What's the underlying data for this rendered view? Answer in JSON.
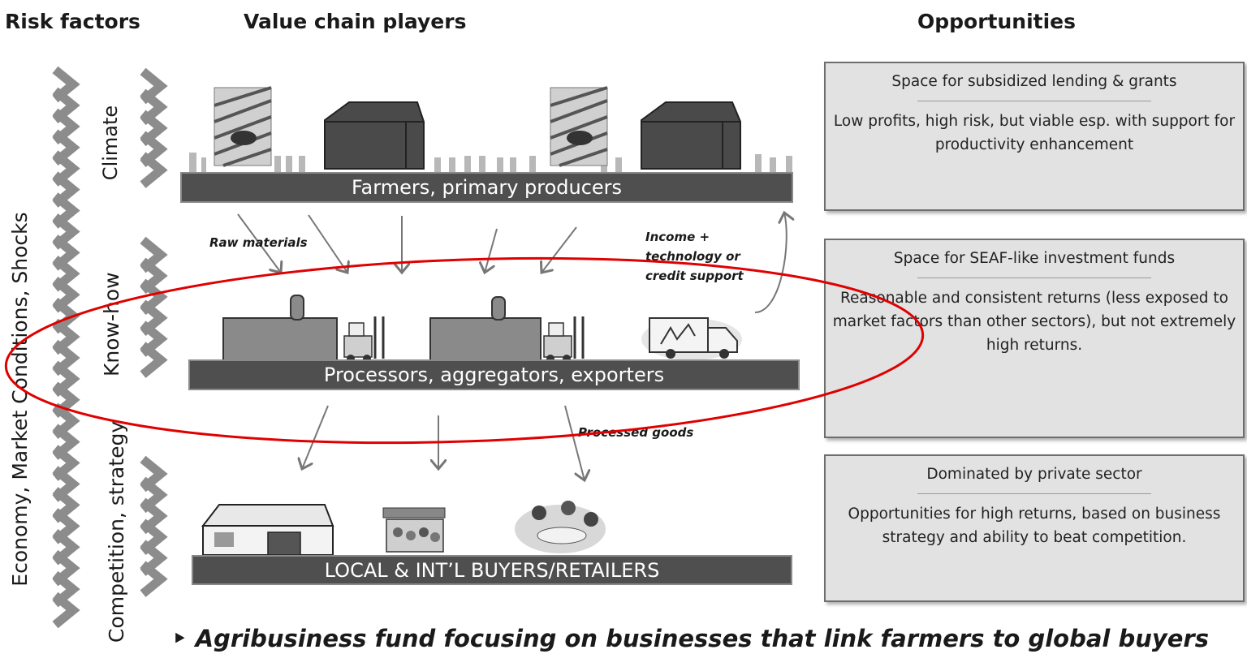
{
  "headers": {
    "risk_factors": "Risk factors",
    "value_chain_players": "Value chain players",
    "opportunities": "Opportunities"
  },
  "risk_factors": {
    "outer": "Economy, Market Conditions, Shocks",
    "climate": "Climate",
    "know_how": "Know-how",
    "competition": "Competition, strategy"
  },
  "tiers": {
    "farmers": "Farmers, primary producers",
    "processors": "Processors, aggregators, exporters",
    "buyers": "LOCAL & INT’L BUYERS/RETAILERS"
  },
  "flow_labels": {
    "raw_materials": "Raw materials",
    "income_support": [
      "Income +",
      "technology or",
      "credit support"
    ],
    "processed_goods": "Processed goods"
  },
  "opportunities": [
    {
      "title": "Space for subsidized lending & grants",
      "body": "Low profits, high risk, but viable esp. with support for productivity enhancement"
    },
    {
      "title": "Space for SEAF-like investment funds",
      "body": "Reasonable and consistent returns (less exposed to  market factors than other sectors), but not extremely high returns."
    },
    {
      "title": "Dominated by private sector",
      "body": "Opportunities for high returns, based on business strategy and ability to beat competition."
    }
  ],
  "bottom_note": "‣  Agribusiness fund focusing on businesses that link farmers to global buyers",
  "colors": {
    "bar": "#4f4f4f",
    "box_fill": "#e2e2e2",
    "chevron": "#8c8c8c",
    "highlight_ellipse": "#e00000"
  }
}
